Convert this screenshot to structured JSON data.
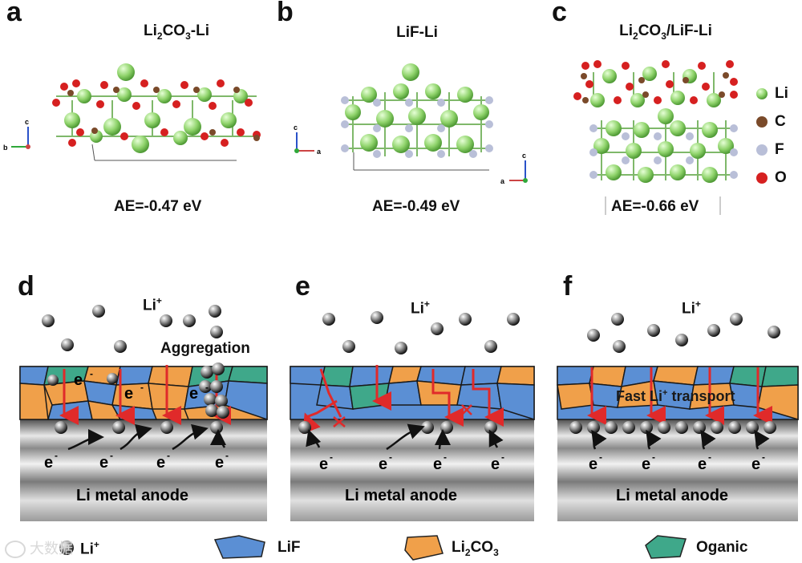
{
  "top": {
    "panels": [
      {
        "letter": "a",
        "title_main": "Li",
        "title_sub1": "2",
        "title_mid": "CO",
        "title_sub2": "3",
        "title_end": "-Li",
        "ae": "AE=-0.47 eV"
      },
      {
        "letter": "b",
        "title": "LiF-Li",
        "ae": "AE=-0.49 eV"
      },
      {
        "letter": "c",
        "title_main": "Li",
        "title_sub1": "2",
        "title_mid": "CO",
        "title_sub2": "3",
        "title_end": "/LiF-Li",
        "ae": "AE=-0.66 eV"
      }
    ],
    "atom_legend": [
      {
        "label": "Li",
        "color": "#8fd36b"
      },
      {
        "label": "C",
        "color": "#7a4a2a"
      },
      {
        "label": "F",
        "color": "#b9bfd8"
      },
      {
        "label": "O",
        "color": "#d62020"
      }
    ],
    "axes": {
      "a": "a",
      "b": "b",
      "c": "c"
    }
  },
  "bottom": {
    "panels": [
      {
        "letter": "d",
        "li_ion": "Li",
        "li_sup": "+",
        "annotation": "Aggregation",
        "electron": "e",
        "anode": "Li metal anode"
      },
      {
        "letter": "e",
        "li_ion": "Li",
        "li_sup": "+",
        "electron": "e",
        "anode": "Li metal anode"
      },
      {
        "letter": "f",
        "li_ion": "Li",
        "li_sup": "+",
        "annotation_pre": "Fast Li",
        "annotation_sup": "+",
        "annotation_post": " transport",
        "electron": "e",
        "anode": "Li metal anode"
      }
    ]
  },
  "legend": {
    "li_label": "Li",
    "li_sup": "+",
    "lif_label": "LiF",
    "li2co3_main": "Li",
    "li2co3_sub1": "2",
    "li2co3_mid": "CO",
    "li2co3_sub2": "3",
    "organic_label": "Oganic"
  },
  "watermark": "大数据",
  "colors": {
    "lif": "#5b8fd4",
    "li2co3": "#f0a04a",
    "organic": "#3fa88a",
    "arrow": "#e02a2a",
    "anode_dark": "#3a3a3a"
  }
}
